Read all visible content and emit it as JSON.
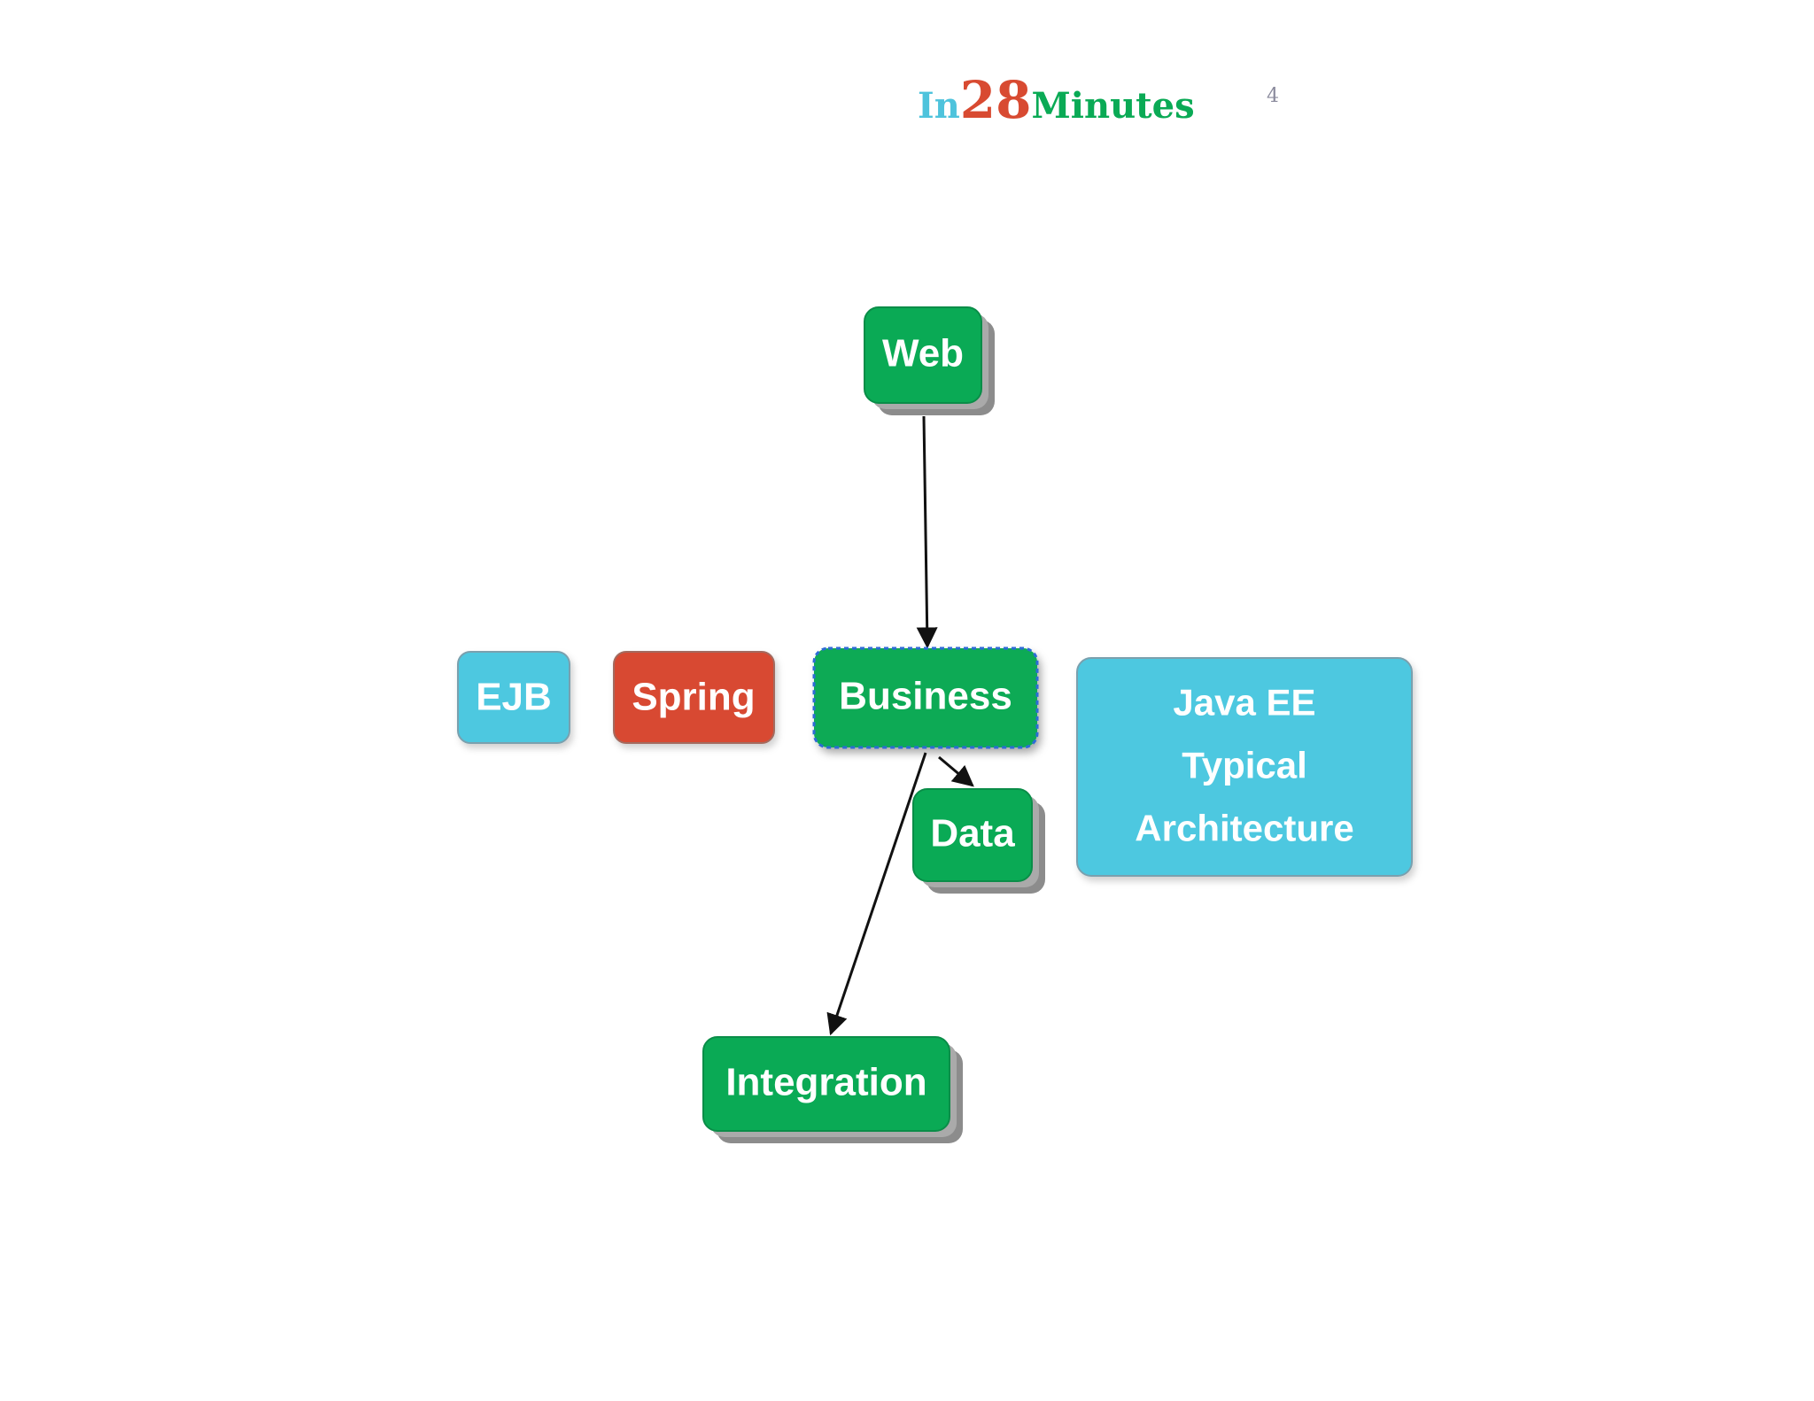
{
  "header": {
    "logo": {
      "part_in": "In",
      "part_number": "28",
      "part_minutes": "Minutes"
    },
    "page_number": "4"
  },
  "colors": {
    "green": "#0aaa55",
    "red": "#d84a31",
    "cyan": "#4ec8e0",
    "shadow": "#9a9a9a",
    "edge": "#111111",
    "selection": "#2d6bd6"
  },
  "diagram": {
    "nodes": {
      "web": "Web",
      "business": "Business",
      "data": "Data",
      "integration": "Integration",
      "ejb": "EJB",
      "spring": "Spring",
      "java_ee": {
        "line1": "Java EE",
        "line2": "Typical",
        "line3": "Architecture"
      }
    },
    "edges": [
      {
        "from": "Web",
        "to": "Business"
      },
      {
        "from": "Business",
        "to": "Data"
      },
      {
        "from": "Business",
        "to": "Integration"
      }
    ]
  }
}
